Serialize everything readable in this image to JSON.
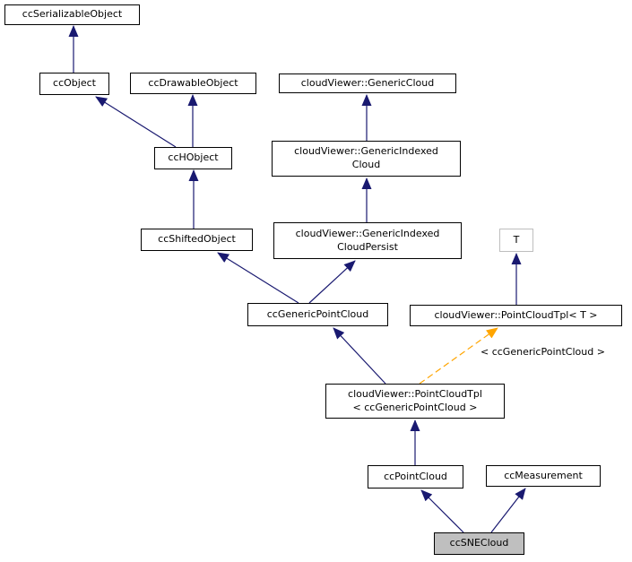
{
  "colors": {
    "background": "#ffffff",
    "text": "#000000",
    "node_border": "#000000",
    "node_fill": "#ffffff",
    "focus_node_fill": "#bfbfbf",
    "template_param_border": "#bebebe",
    "inheritance_arrow": "#191970",
    "template_arrow": "#ffa500"
  },
  "nodes": {
    "ccSerializableObject": {
      "label": "ccSerializableObject"
    },
    "ccObject": {
      "label": "ccObject"
    },
    "ccDrawableObject": {
      "label": "ccDrawableObject"
    },
    "genericCloud": {
      "label": "cloudViewer::GenericCloud"
    },
    "ccHObject": {
      "label": "ccHObject"
    },
    "genericIndexedCloud": {
      "label": "cloudViewer::GenericIndexed\nCloud"
    },
    "ccShiftedObject": {
      "label": "ccShiftedObject"
    },
    "genericIndexedCloudPersist": {
      "label": "cloudViewer::GenericIndexed\nCloudPersist"
    },
    "templateParam": {
      "label": "T"
    },
    "ccGenericPointCloud": {
      "label": "ccGenericPointCloud"
    },
    "pointCloudTplT": {
      "label": "cloudViewer::PointCloudTpl< T >"
    },
    "pointCloudTplGeneric": {
      "label": "cloudViewer::PointCloudTpl\n< ccGenericPointCloud >"
    },
    "ccPointCloud": {
      "label": "ccPointCloud"
    },
    "ccMeasurement": {
      "label": "ccMeasurement"
    },
    "ccSNECloud": {
      "label": "ccSNECloud"
    }
  },
  "edge_labels": {
    "template_instantiation": "< ccGenericPointCloud >"
  },
  "edges": [
    {
      "from": "ccObject",
      "to": "ccSerializableObject",
      "style": "inheritance"
    },
    {
      "from": "ccHObject",
      "to": "ccObject",
      "style": "inheritance"
    },
    {
      "from": "ccHObject",
      "to": "ccDrawableObject",
      "style": "inheritance"
    },
    {
      "from": "ccShiftedObject",
      "to": "ccHObject",
      "style": "inheritance"
    },
    {
      "from": "genericIndexedCloud",
      "to": "genericCloud",
      "style": "inheritance"
    },
    {
      "from": "genericIndexedCloudPersist",
      "to": "genericIndexedCloud",
      "style": "inheritance"
    },
    {
      "from": "ccGenericPointCloud",
      "to": "ccShiftedObject",
      "style": "inheritance"
    },
    {
      "from": "ccGenericPointCloud",
      "to": "genericIndexedCloudPersist",
      "style": "inheritance"
    },
    {
      "from": "pointCloudTplT",
      "to": "templateParam",
      "style": "inheritance"
    },
    {
      "from": "pointCloudTplGeneric",
      "to": "ccGenericPointCloud",
      "style": "inheritance"
    },
    {
      "from": "pointCloudTplGeneric",
      "to": "pointCloudTplT",
      "style": "template-instantiation",
      "label": "< ccGenericPointCloud >"
    },
    {
      "from": "ccPointCloud",
      "to": "pointCloudTplGeneric",
      "style": "inheritance"
    },
    {
      "from": "ccSNECloud",
      "to": "ccPointCloud",
      "style": "inheritance"
    },
    {
      "from": "ccSNECloud",
      "to": "ccMeasurement",
      "style": "inheritance"
    }
  ]
}
